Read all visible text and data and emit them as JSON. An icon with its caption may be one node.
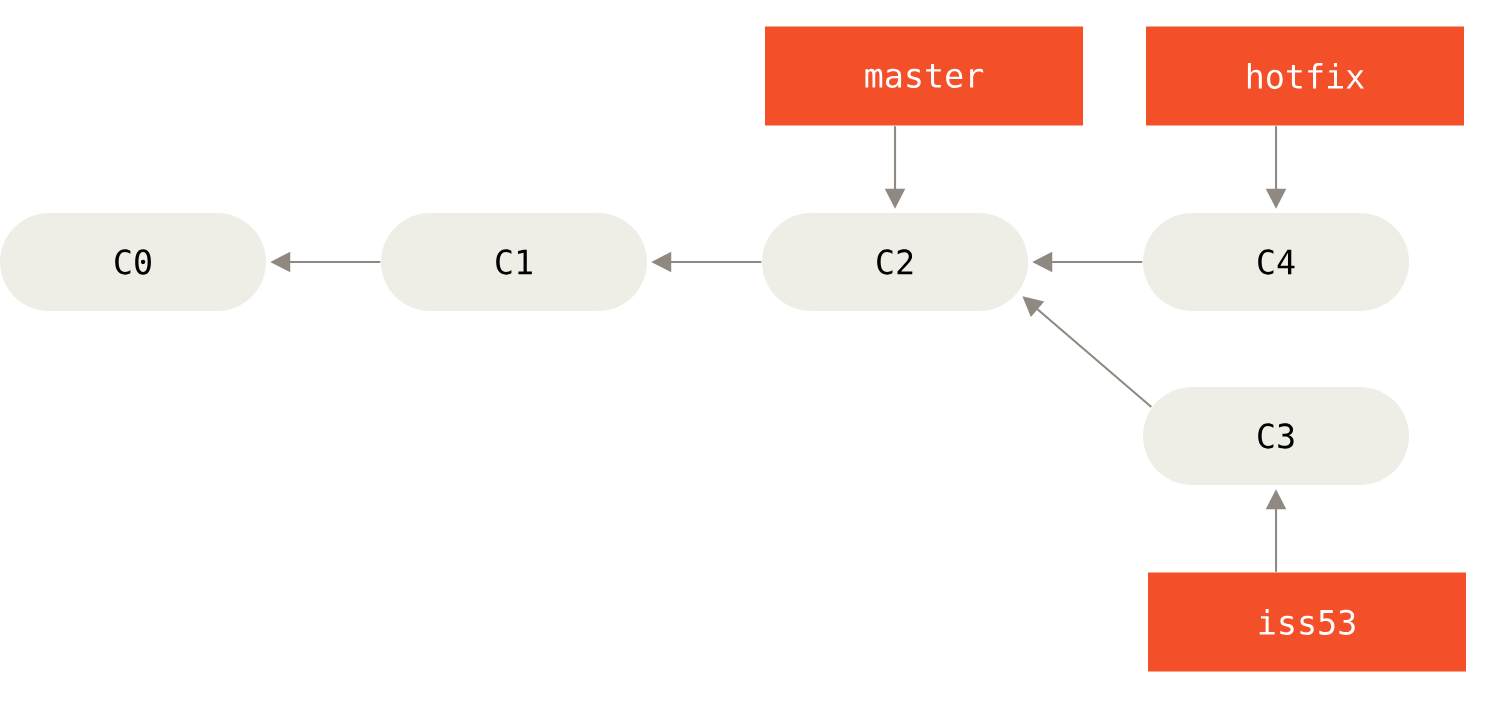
{
  "diagram": {
    "nodes": [
      {
        "text": [
          "master"
        ]
      },
      {
        "text": [
          "hotfix"
        ]
      },
      {
        "text": [
          "C0"
        ]
      },
      {
        "text": [
          "C1"
        ]
      },
      {
        "text": [
          "C2"
        ]
      },
      {
        "text": [
          "C4"
        ]
      },
      {
        "text": [
          "C3"
        ]
      },
      {
        "text": [
          "iss53"
        ]
      }
    ],
    "edges": [
      {
        "from": 0,
        "to": 4,
        "arrow": "to"
      },
      {
        "from": 1,
        "to": 5,
        "arrow": "to"
      },
      {
        "from": 3,
        "to": 2,
        "arrow": "to"
      },
      {
        "from": 4,
        "to": 3,
        "arrow": "to"
      },
      {
        "from": 5,
        "to": 4,
        "arrow": "to"
      },
      {
        "from": 6,
        "to": 4,
        "arrow": "to"
      },
      {
        "from": 7,
        "to": 6,
        "arrow": "to"
      }
    ]
  }
}
